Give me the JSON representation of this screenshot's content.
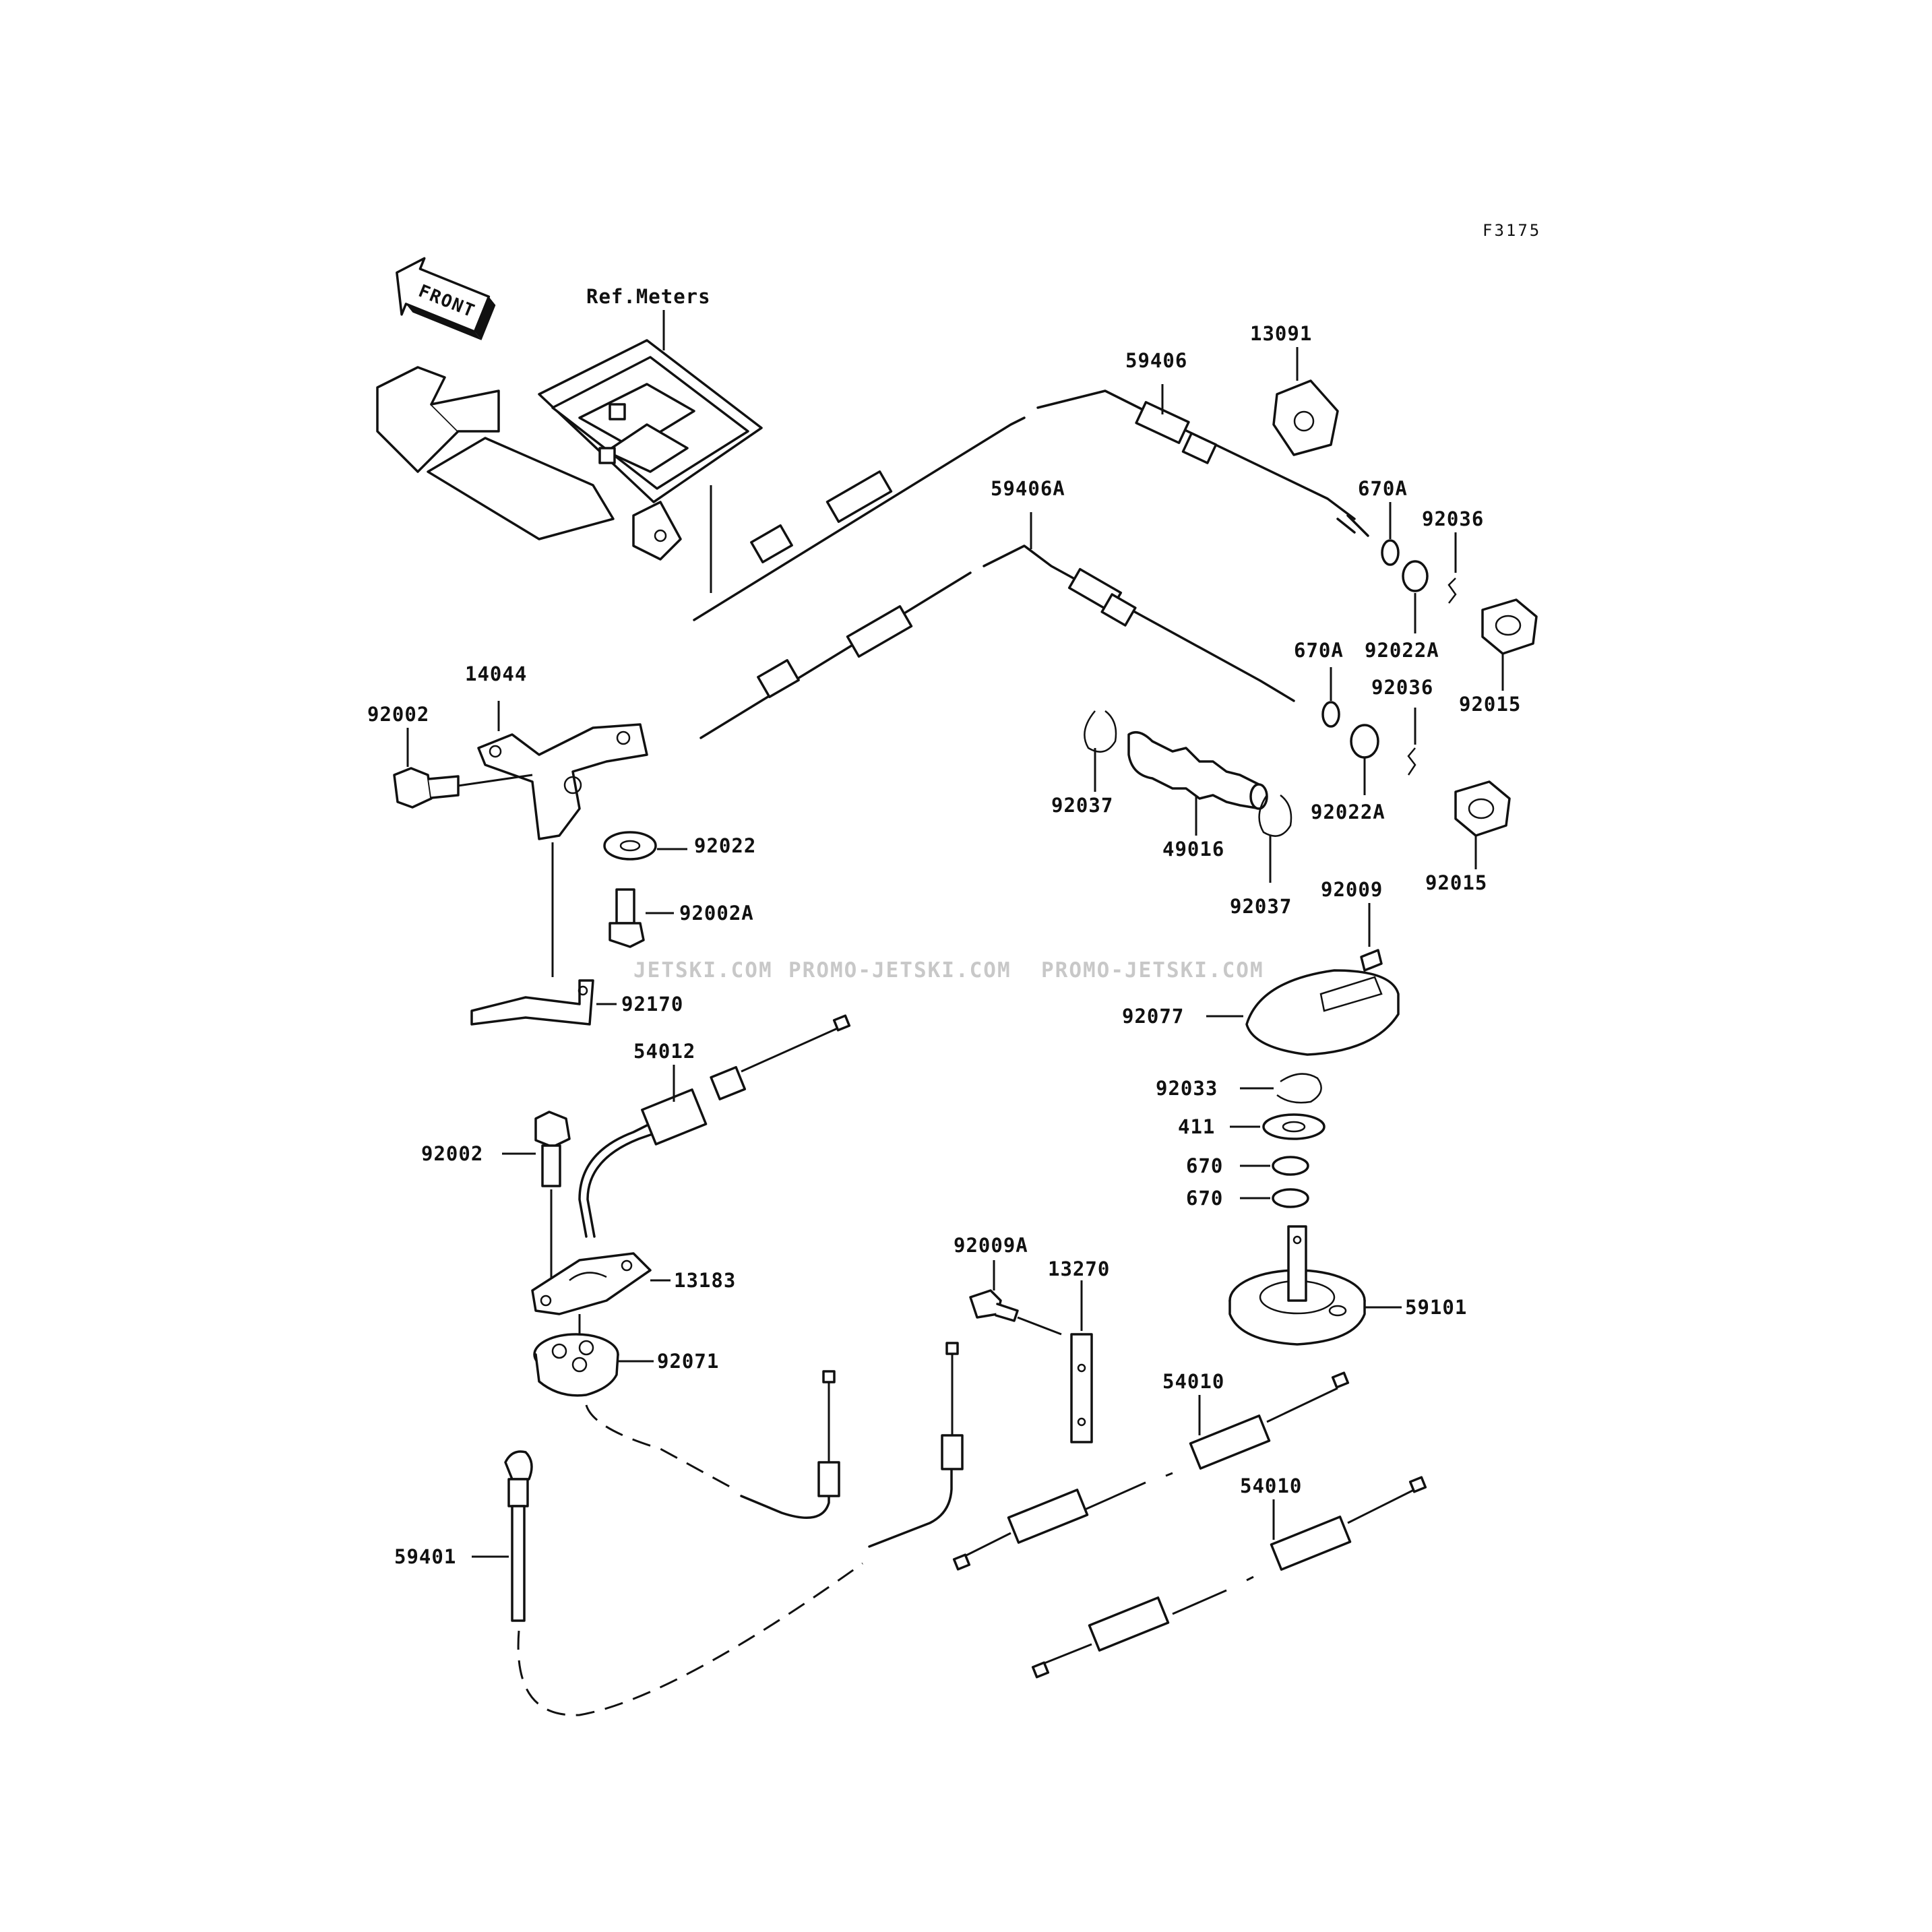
{
  "figure_code": "F3175",
  "front_marker": "FRONT",
  "reference_note": "Ref.Meters",
  "watermarks": [
    "JETSKI.COM",
    "PROMO-JETSKI.COM",
    "PROMO-JETSKI.COM"
  ],
  "callouts": [
    {
      "id": "13091",
      "label": "13091"
    },
    {
      "id": "59406",
      "label": "59406"
    },
    {
      "id": "670A-upper",
      "label": "670A"
    },
    {
      "id": "92036-upper",
      "label": "92036"
    },
    {
      "id": "59406A",
      "label": "59406A"
    },
    {
      "id": "92022A-upper",
      "label": "92022A"
    },
    {
      "id": "670A-lower",
      "label": "670A"
    },
    {
      "id": "92036-lower",
      "label": "92036"
    },
    {
      "id": "92015-upper",
      "label": "92015"
    },
    {
      "id": "14044",
      "label": "14044"
    },
    {
      "id": "92002-upper",
      "label": "92002"
    },
    {
      "id": "92037-left",
      "label": "92037"
    },
    {
      "id": "49016",
      "label": "49016"
    },
    {
      "id": "92022A-lower",
      "label": "92022A"
    },
    {
      "id": "92022",
      "label": "92022"
    },
    {
      "id": "92015-lower",
      "label": "92015"
    },
    {
      "id": "92002A",
      "label": "92002A"
    },
    {
      "id": "92009",
      "label": "92009"
    },
    {
      "id": "92037-right",
      "label": "92037"
    },
    {
      "id": "92170",
      "label": "92170"
    },
    {
      "id": "92077",
      "label": "92077"
    },
    {
      "id": "54012",
      "label": "54012"
    },
    {
      "id": "92033",
      "label": "92033"
    },
    {
      "id": "411",
      "label": "411"
    },
    {
      "id": "92002-lower",
      "label": "92002"
    },
    {
      "id": "670-upper",
      "label": "670"
    },
    {
      "id": "670-lower",
      "label": "670"
    },
    {
      "id": "92009A",
      "label": "92009A"
    },
    {
      "id": "13270",
      "label": "13270"
    },
    {
      "id": "13183",
      "label": "13183"
    },
    {
      "id": "59101",
      "label": "59101"
    },
    {
      "id": "92071",
      "label": "92071"
    },
    {
      "id": "54010-upper",
      "label": "54010"
    },
    {
      "id": "54010-lower",
      "label": "54010"
    },
    {
      "id": "59401",
      "label": "59401"
    }
  ]
}
